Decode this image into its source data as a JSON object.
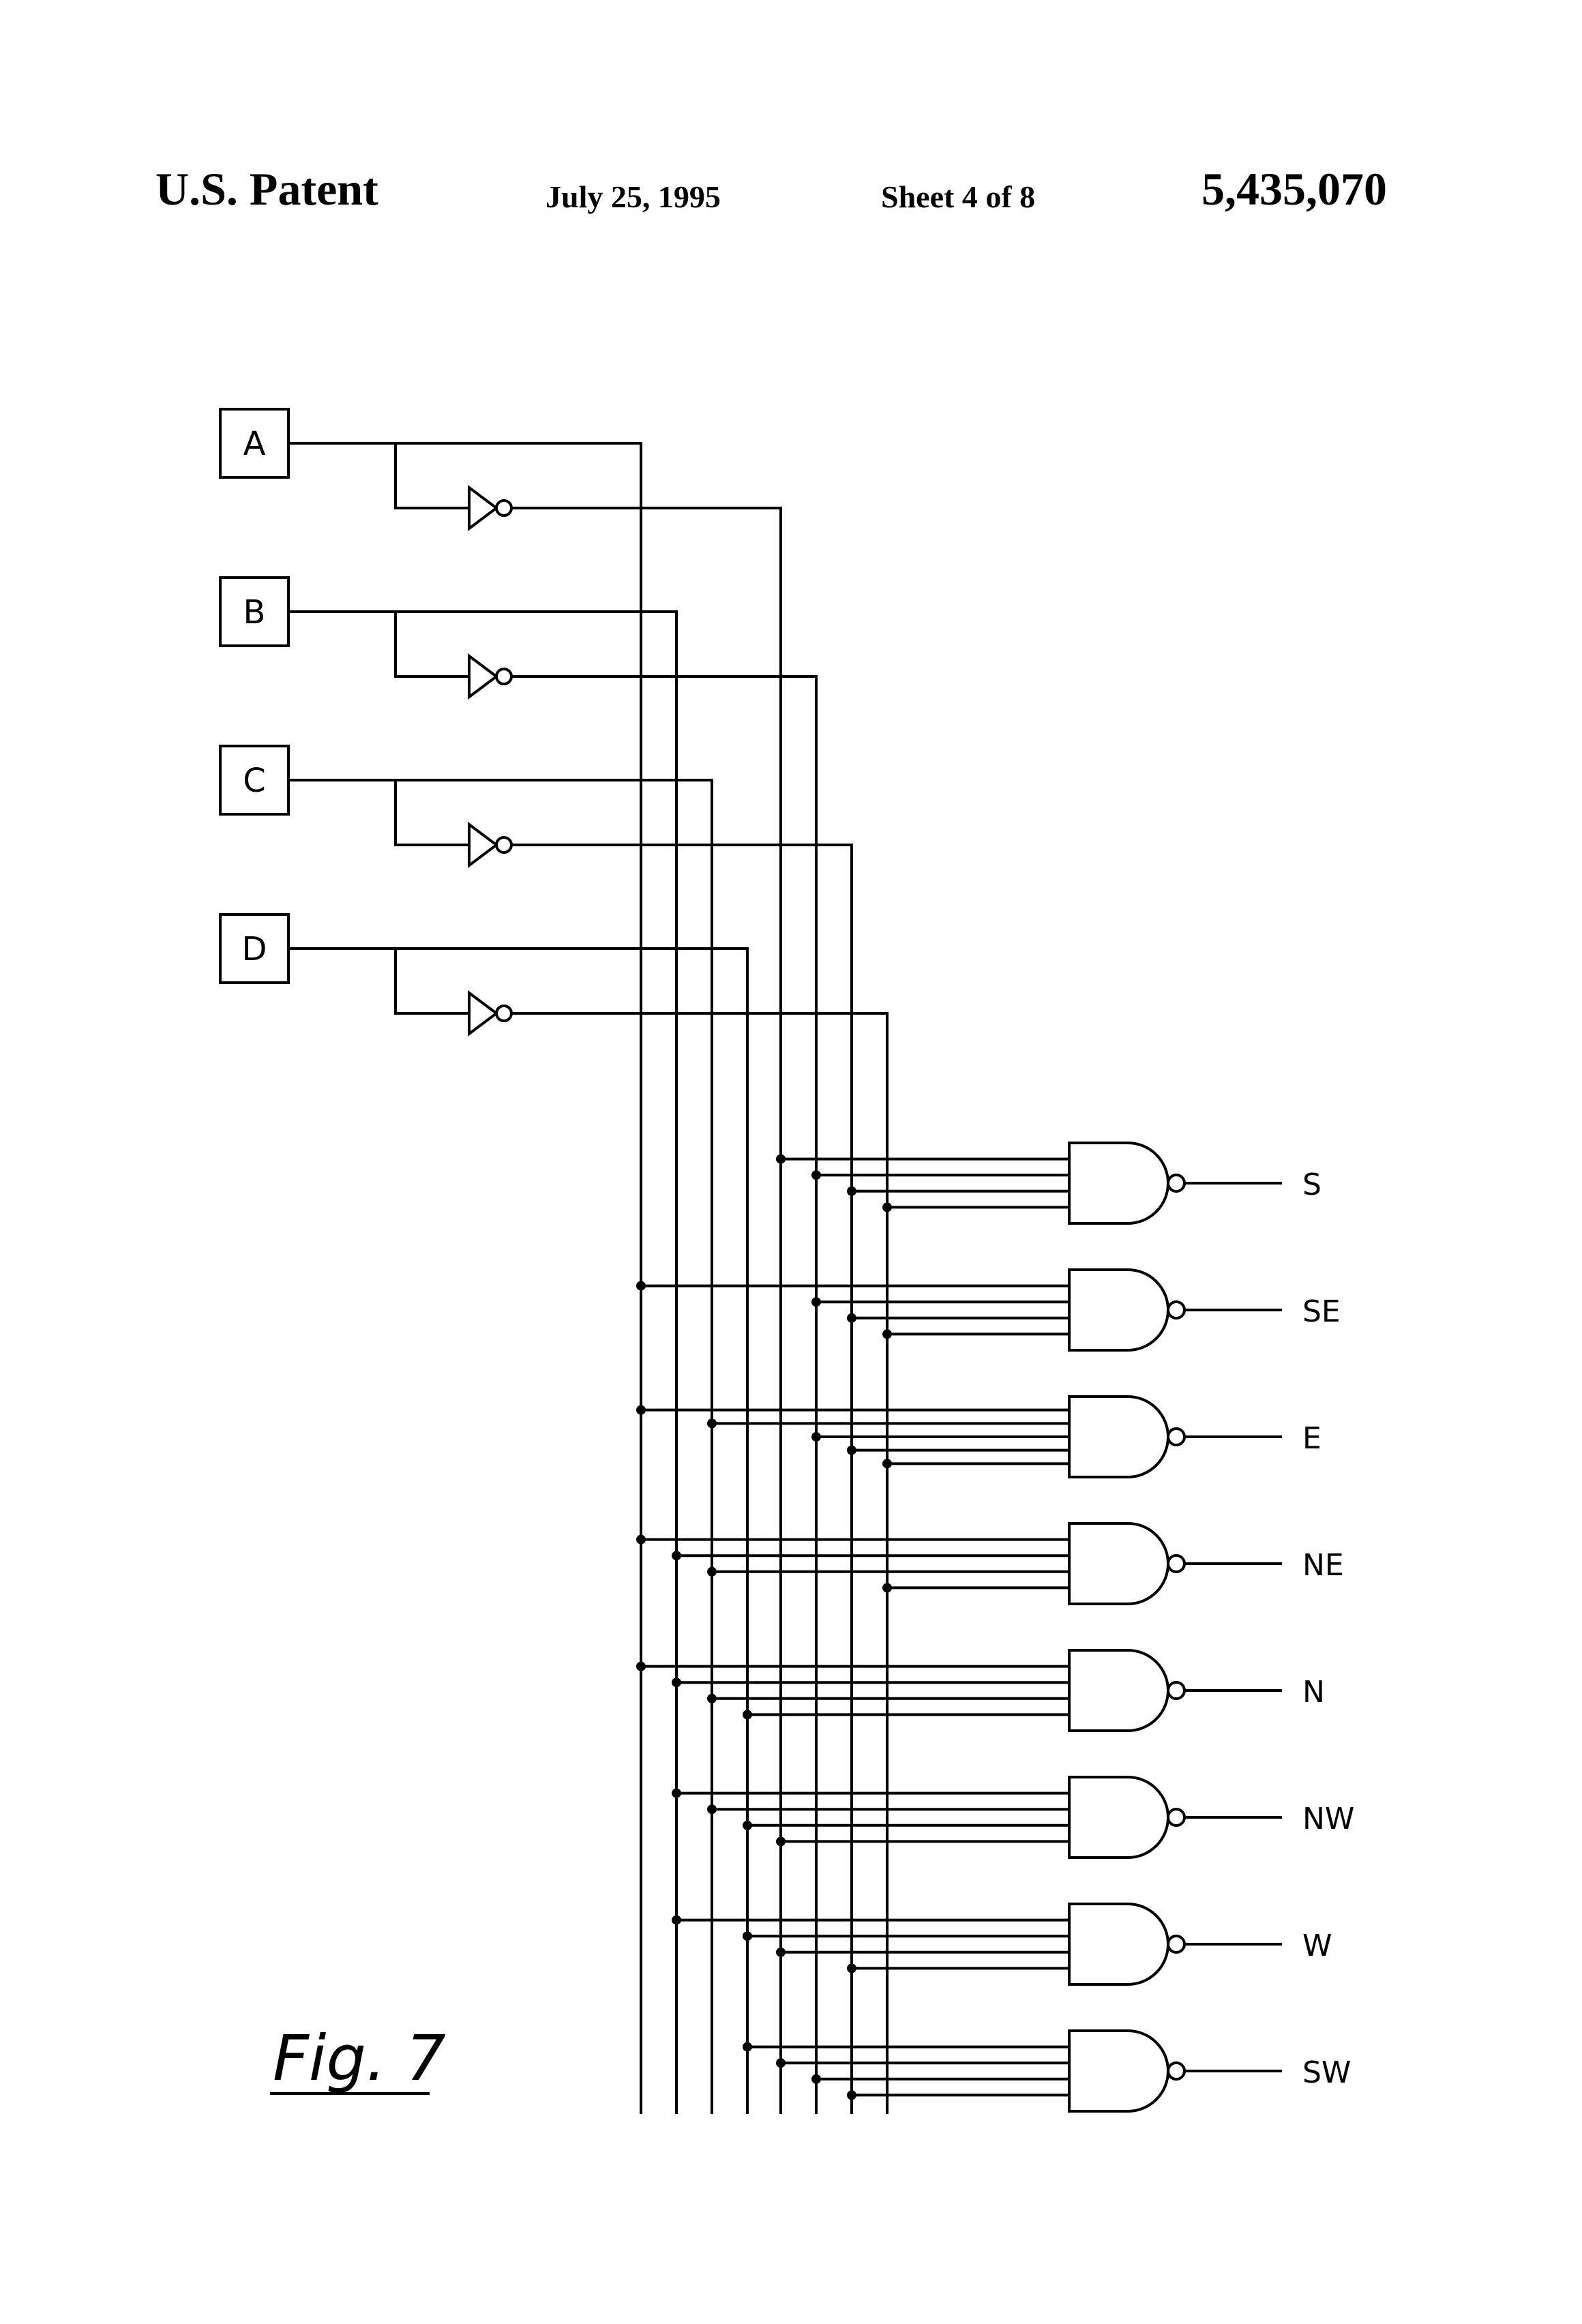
{
  "header": {
    "brand": "U.S. Patent",
    "date": "July 25, 1995",
    "sheet": "Sheet 4 of 8",
    "patent_number": "5,435,070"
  },
  "figure": {
    "label": "Fig. 7",
    "inputs": [
      "A",
      "B",
      "C",
      "D"
    ],
    "outputs": [
      "S",
      "SE",
      "E",
      "NE",
      "N",
      "NW",
      "W",
      "SW"
    ],
    "gate_inputs": [
      [
        "A'",
        "B'",
        "C'",
        "D'"
      ],
      [
        "A",
        "B'",
        "C'",
        "D'"
      ],
      [
        "A",
        "C",
        "B'",
        "C'",
        "D'"
      ],
      [
        "A",
        "B",
        "C",
        "D'"
      ],
      [
        "A",
        "B",
        "C",
        "D"
      ],
      [
        "B",
        "C",
        "D",
        "A'"
      ],
      [
        "B",
        "D",
        "A'",
        "C'"
      ],
      [
        "D",
        "A'",
        "B'",
        "C'"
      ]
    ]
  }
}
